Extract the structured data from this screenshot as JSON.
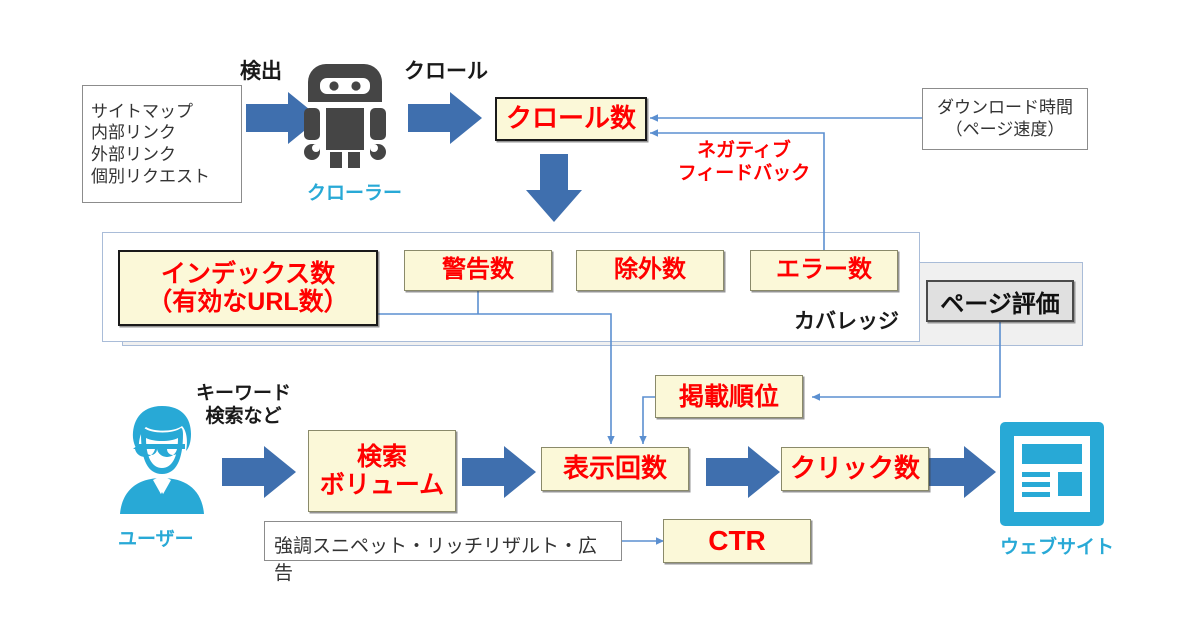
{
  "diagram": {
    "title": "Google Search Console SEO metrics flow",
    "colors": {
      "box_fill": "#fbf8d8",
      "box_text": "#ff0000",
      "arrow_blue": "#3f6fae",
      "connector_blue": "#5b8fd0",
      "cyan": "#28a9d6",
      "robot_gray": "#454545",
      "band_gray": "#f0f0f0",
      "gray_box": "#e0e0e0"
    },
    "sources_box": {
      "lines": [
        "サイトマップ",
        "内部リンク",
        "外部リンク",
        "個別リクエスト"
      ]
    },
    "arrow_labels": {
      "detect": "検出",
      "crawl": "クロール",
      "keyword_search": [
        "キーワード",
        "検索など"
      ]
    },
    "icons": {
      "crawler_label": "クローラー",
      "user_label": "ユーザー",
      "website_label": "ウェブサイト"
    },
    "metrics": {
      "crawl_count": "クロール数",
      "index_count": [
        "インデックス数",
        "（有効なURL数）"
      ],
      "warning_count": "警告数",
      "excluded_count": "除外数",
      "error_count": "エラー数",
      "page_rating": "ページ評価",
      "coverage_label": "カバレッジ",
      "search_volume": [
        "検索",
        "ボリューム"
      ],
      "impressions": "表示回数",
      "position": "掲載順位",
      "clicks": "クリック数",
      "ctr": "CTR"
    },
    "annotations": {
      "negative_feedback": [
        "ネガティブ",
        "フィードバック"
      ],
      "download_time": [
        "ダウンロード時間",
        "（ページ速度）"
      ],
      "serp_features": "強調スニペット・リッチリザルト・広告"
    }
  }
}
